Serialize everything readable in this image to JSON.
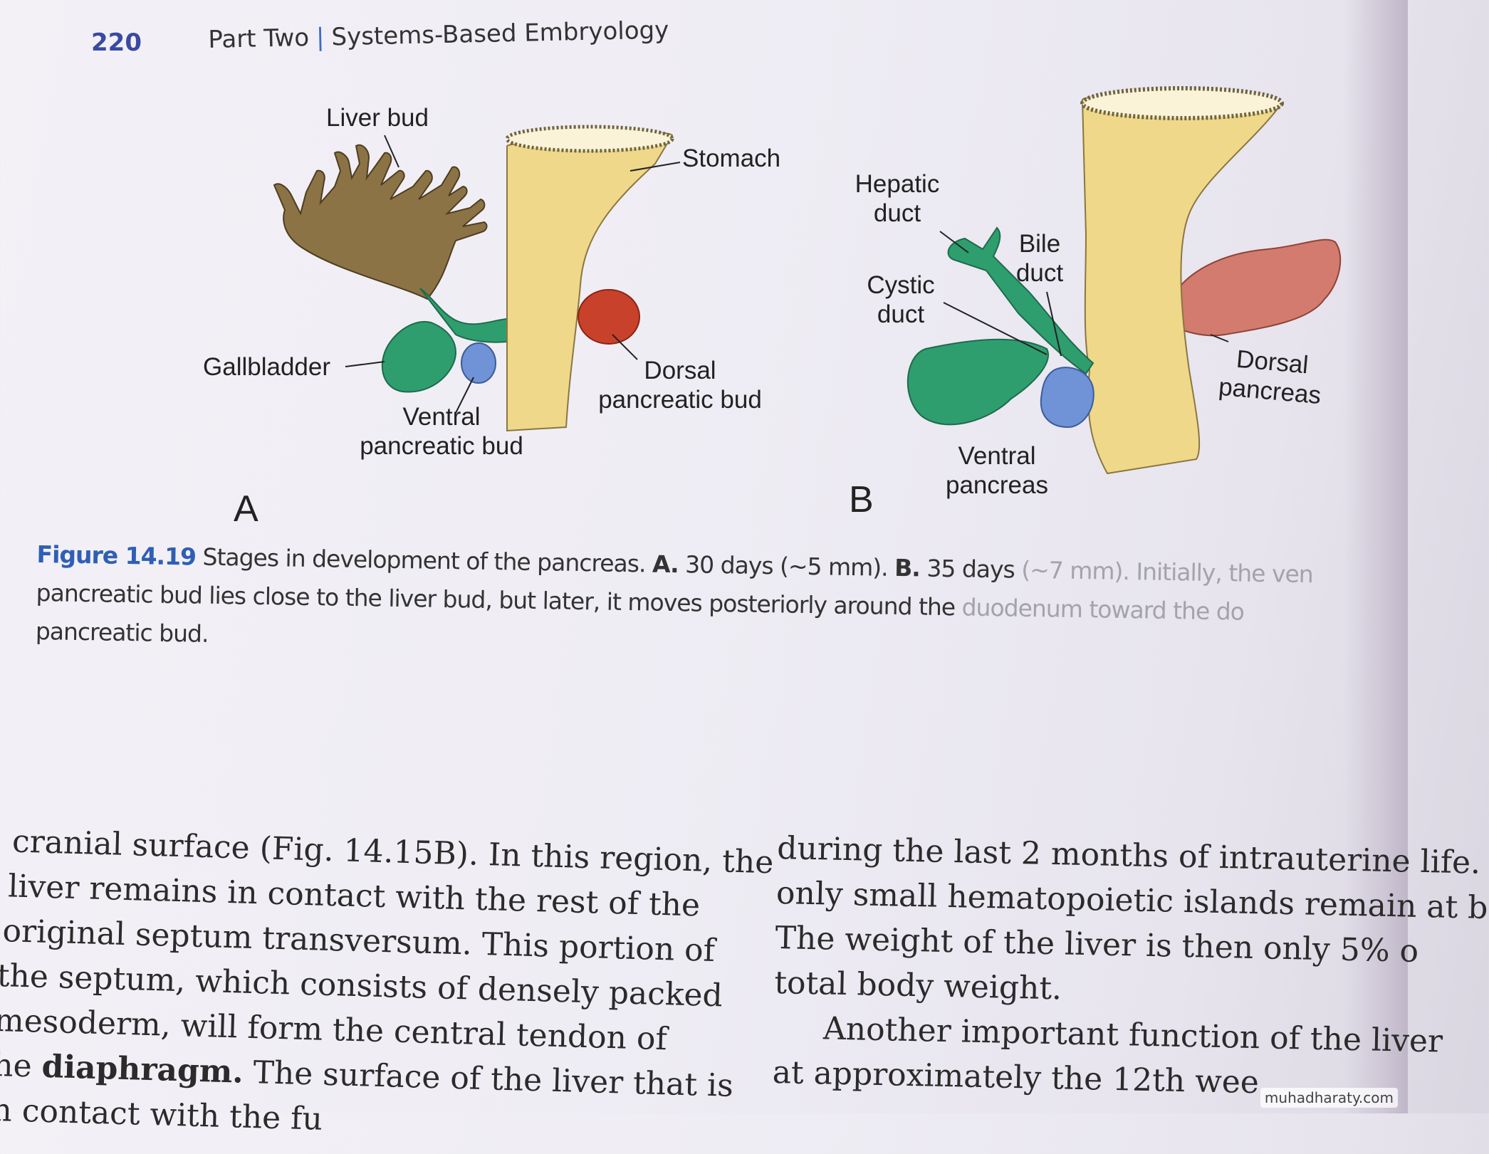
{
  "header": {
    "page_number": "220",
    "part": "Part Two",
    "separator": "|",
    "title": "Systems-Based Embryology"
  },
  "figure": {
    "panel_a": {
      "letter": "A",
      "labels": {
        "liver_bud": "Liver bud",
        "stomach": "Stomach",
        "gallbladder": "Gallbladder",
        "dorsal_line1": "Dorsal",
        "dorsal_line2": "pancreatic bud",
        "ventral_line1": "Ventral",
        "ventral_line2": "pancreatic bud"
      }
    },
    "panel_b": {
      "letter": "B",
      "labels": {
        "hepatic_line1": "Hepatic",
        "hepatic_line2": "duct",
        "bile_line1": "Bile",
        "bile_line2": "duct",
        "cystic_line1": "Cystic",
        "cystic_line2": "duct",
        "dorsal_line1": "Dorsal",
        "dorsal_line2": "pancreas",
        "ventral_line1": "Ventral",
        "ventral_line2": "pancreas"
      }
    },
    "colors": {
      "stomach": "#f0d88a",
      "liver": "#8b7345",
      "gallbladder": "#2e9e6e",
      "dorsal_bud": "#c8412a",
      "ventral_bud": "#6f93d6",
      "dorsal_pancreas": "#d27b6e"
    }
  },
  "caption": {
    "figure_number": "Figure 14.19",
    "text1": "Stages in development of the pancreas.",
    "a_label": "A.",
    "a_text": "30 days (~5 mm).",
    "b_label": "B.",
    "b_text": "35 days",
    "b_text_faded": "(~7 mm). Initially, the ven",
    "line2": "pancreatic bud lies close to the liver bud, but later, it moves posteriorly around the",
    "line2_faded": "duodenum toward the do",
    "line3": "pancreatic bud."
  },
  "body_text": {
    "left_column": [
      "cranial surface (Fig. 14.15B). In this region, the",
      "liver remains in contact with the rest of the",
      "original septum transversum. This portion of",
      "the septum, which consists of densely packed",
      "mesoderm, will form the central tendon of",
      "he",
      "diaphragm.",
      "The surface of the liver that is",
      "n contact with the fu"
    ],
    "right_column": [
      "during the last 2 months of intrauterine life.",
      "only small hematopoietic islands remain at b",
      "The weight of the liver is then only 5% o",
      "total body weight.",
      "Another important function of the liver",
      "at approximately the 12th wee"
    ]
  },
  "watermark": "muhadharaty.com"
}
